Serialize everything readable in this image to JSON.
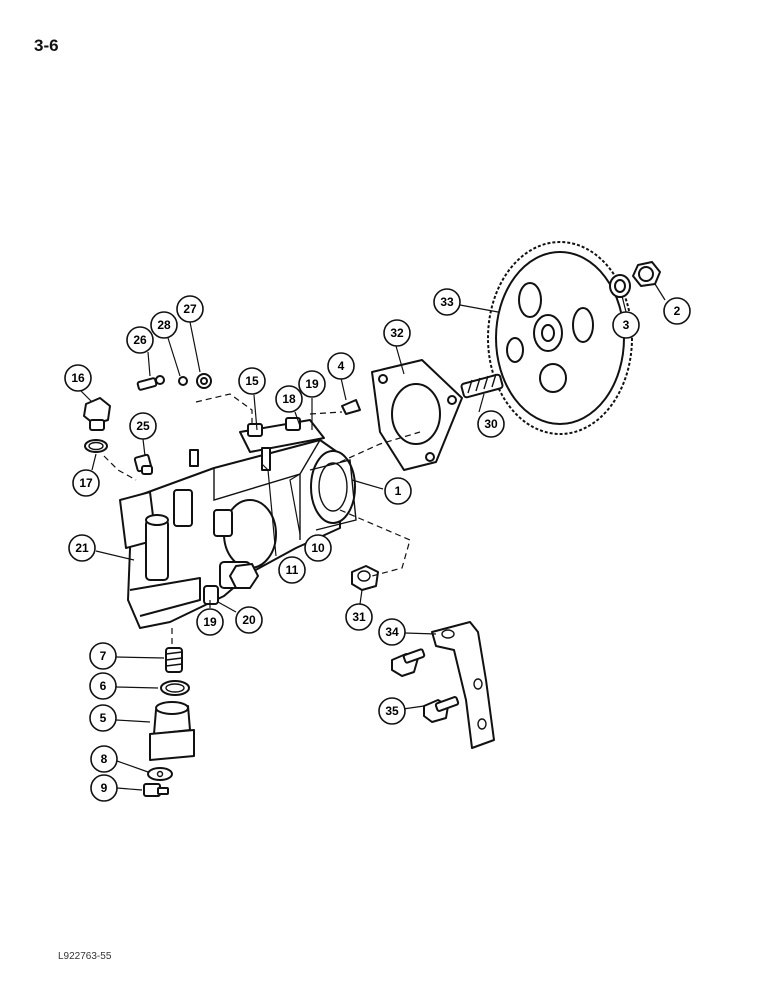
{
  "page_number": "3-6",
  "footer_code": "L922763-55",
  "callouts": [
    {
      "id": "c1",
      "label": "1"
    },
    {
      "id": "c2",
      "label": "2"
    },
    {
      "id": "c3",
      "label": "3"
    },
    {
      "id": "c4",
      "label": "4"
    },
    {
      "id": "c5",
      "label": "5"
    },
    {
      "id": "c6",
      "label": "6"
    },
    {
      "id": "c7",
      "label": "7"
    },
    {
      "id": "c8",
      "label": "8"
    },
    {
      "id": "c9",
      "label": "9"
    },
    {
      "id": "c10",
      "label": "10"
    },
    {
      "id": "c11",
      "label": "11"
    },
    {
      "id": "c15",
      "label": "15"
    },
    {
      "id": "c16",
      "label": "16"
    },
    {
      "id": "c17",
      "label": "17"
    },
    {
      "id": "c18",
      "label": "18"
    },
    {
      "id": "c19a",
      "label": "19"
    },
    {
      "id": "c19b",
      "label": "19"
    },
    {
      "id": "c20",
      "label": "20"
    },
    {
      "id": "c21",
      "label": "21"
    },
    {
      "id": "c25",
      "label": "25"
    },
    {
      "id": "c26",
      "label": "26"
    },
    {
      "id": "c27",
      "label": "27"
    },
    {
      "id": "c28",
      "label": "28"
    },
    {
      "id": "c30",
      "label": "30"
    },
    {
      "id": "c31",
      "label": "31"
    },
    {
      "id": "c32",
      "label": "32"
    },
    {
      "id": "c33",
      "label": "33"
    },
    {
      "id": "c34",
      "label": "34"
    },
    {
      "id": "c35",
      "label": "35"
    }
  ]
}
